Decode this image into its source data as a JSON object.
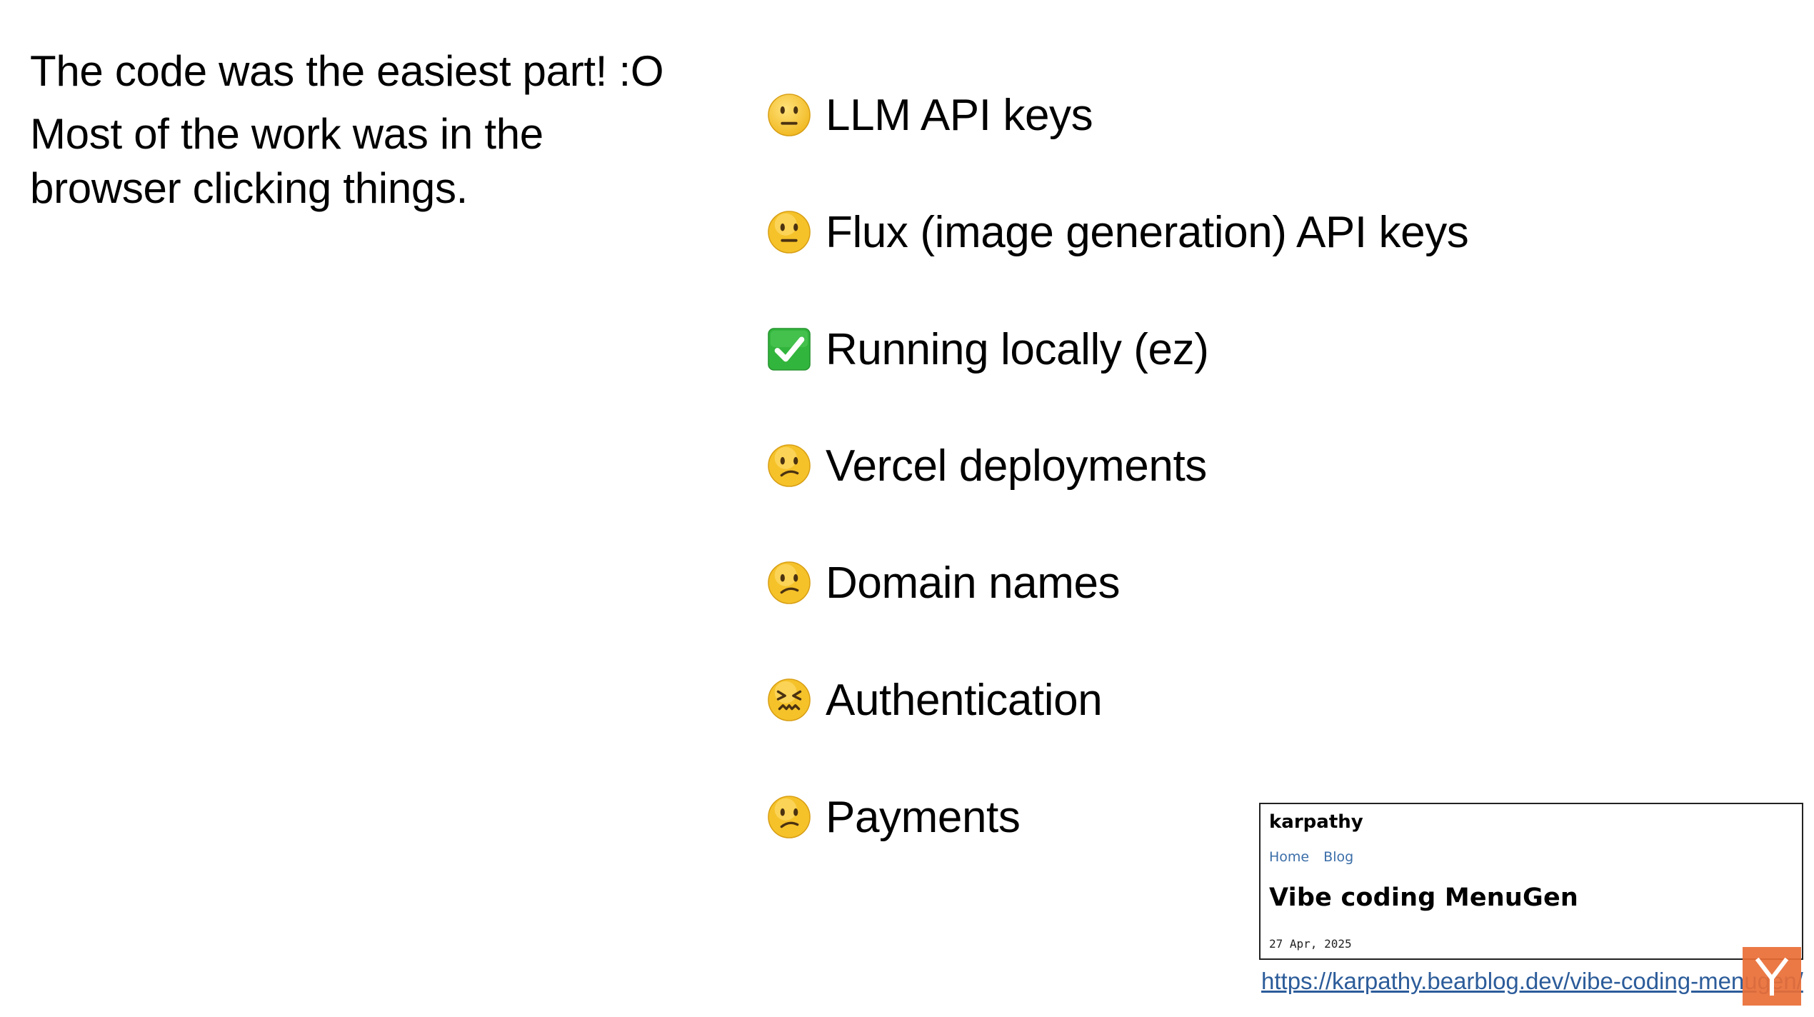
{
  "slide": {
    "title": "The code was the easiest part! :O",
    "subtitle_line1": "Most of the work was in the",
    "subtitle_line2": "browser clicking things."
  },
  "checklist": [
    {
      "label": "LLM API keys",
      "icon": "neutral-face-emoji-icon"
    },
    {
      "label": "Flux (image generation) API keys",
      "icon": "neutral-face-emoji-icon"
    },
    {
      "label": "Running locally (ez)",
      "icon": "check-mark-button-icon"
    },
    {
      "label": "Vercel deployments",
      "icon": "confused-face-emoji-icon"
    },
    {
      "label": "Domain names",
      "icon": "confused-face-emoji-icon"
    },
    {
      "label": "Authentication",
      "icon": "confounded-face-emoji-icon"
    },
    {
      "label": "Payments",
      "icon": "confused-face-emoji-icon"
    }
  ],
  "blog_preview": {
    "site_name": "karpathy",
    "nav": [
      "Home",
      "Blog"
    ],
    "post_title": "Vibe coding MenuGen",
    "date": "27 Apr, 2025",
    "url": "https://karpathy.bearblog.dev/vibe-coding-menugen/"
  },
  "colors": {
    "background": "#ffffff",
    "text": "#000000",
    "link": "#2c5c9a",
    "nav_link": "#3b6ea8",
    "check_green": "#32b53c",
    "emoji_yellow": "#f5c22a",
    "logo_orange": "#e96e36"
  },
  "logo_icon": "y-logo-icon"
}
